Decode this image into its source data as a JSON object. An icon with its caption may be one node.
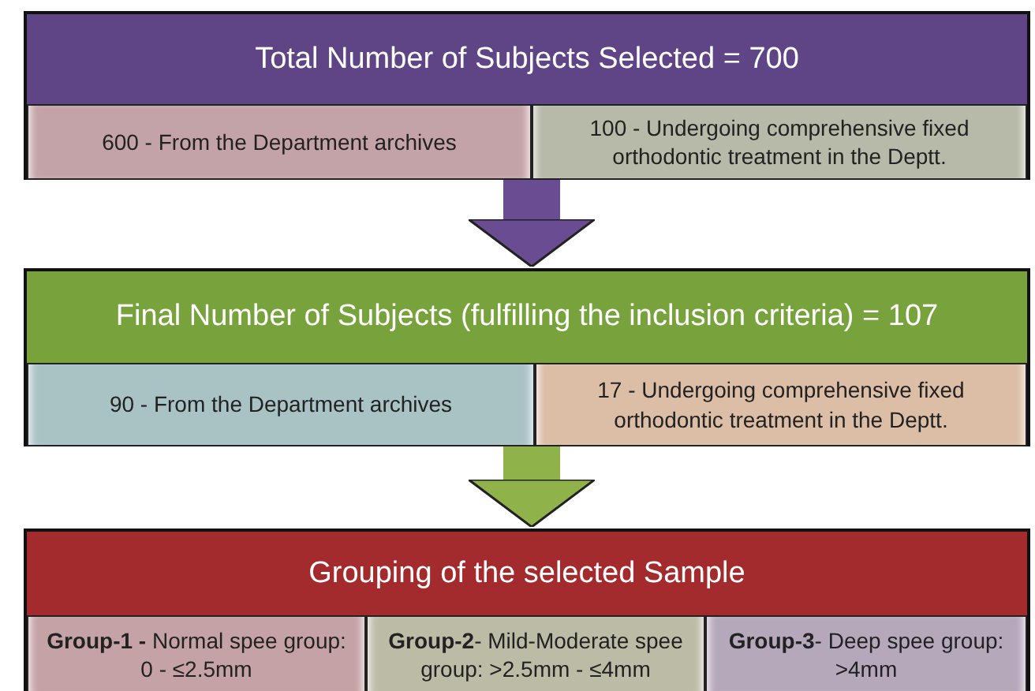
{
  "diagram": {
    "nodes": [
      {
        "text": [
          "Total Number of Subjects  Selected = 700"
        ]
      },
      {
        "text": [
          "600 - From the Department archives"
        ],
        "in": 0
      },
      {
        "text": [
          "100 - Undergoing comprehensive fixed orthodontic treatment in the Deptt."
        ],
        "in": 0
      },
      {
        "text": [
          "Final Number of Subjects  (fulfilling the inclusion criteria) = 107"
        ]
      },
      {
        "text": [
          "90 - From the Department archives"
        ],
        "in": 3
      },
      {
        "text": [
          "17 - Undergoing comprehensive fixed orthodontic treatment in the Deptt."
        ],
        "in": 3
      },
      {
        "text": [
          "Grouping of the selected Sample"
        ]
      },
      {
        "text": [
          "**Group-1 -** Normal spee group: 0 - ≤2.5mm"
        ],
        "in": 6
      },
      {
        "text": [
          "**Group-2**- Mild-Moderate spee group: >2.5mm - ≤4mm"
        ],
        "in": 6
      },
      {
        "text": [
          "**Group-3**- Deep spee group: >4mm"
        ],
        "in": 6
      }
    ],
    "edges": [
      {
        "from": 0,
        "to": 3,
        "arrow": "to",
        "color": "#6a4c93"
      },
      {
        "from": 3,
        "to": 6,
        "arrow": "to",
        "color": "#8fb24a"
      }
    ]
  }
}
